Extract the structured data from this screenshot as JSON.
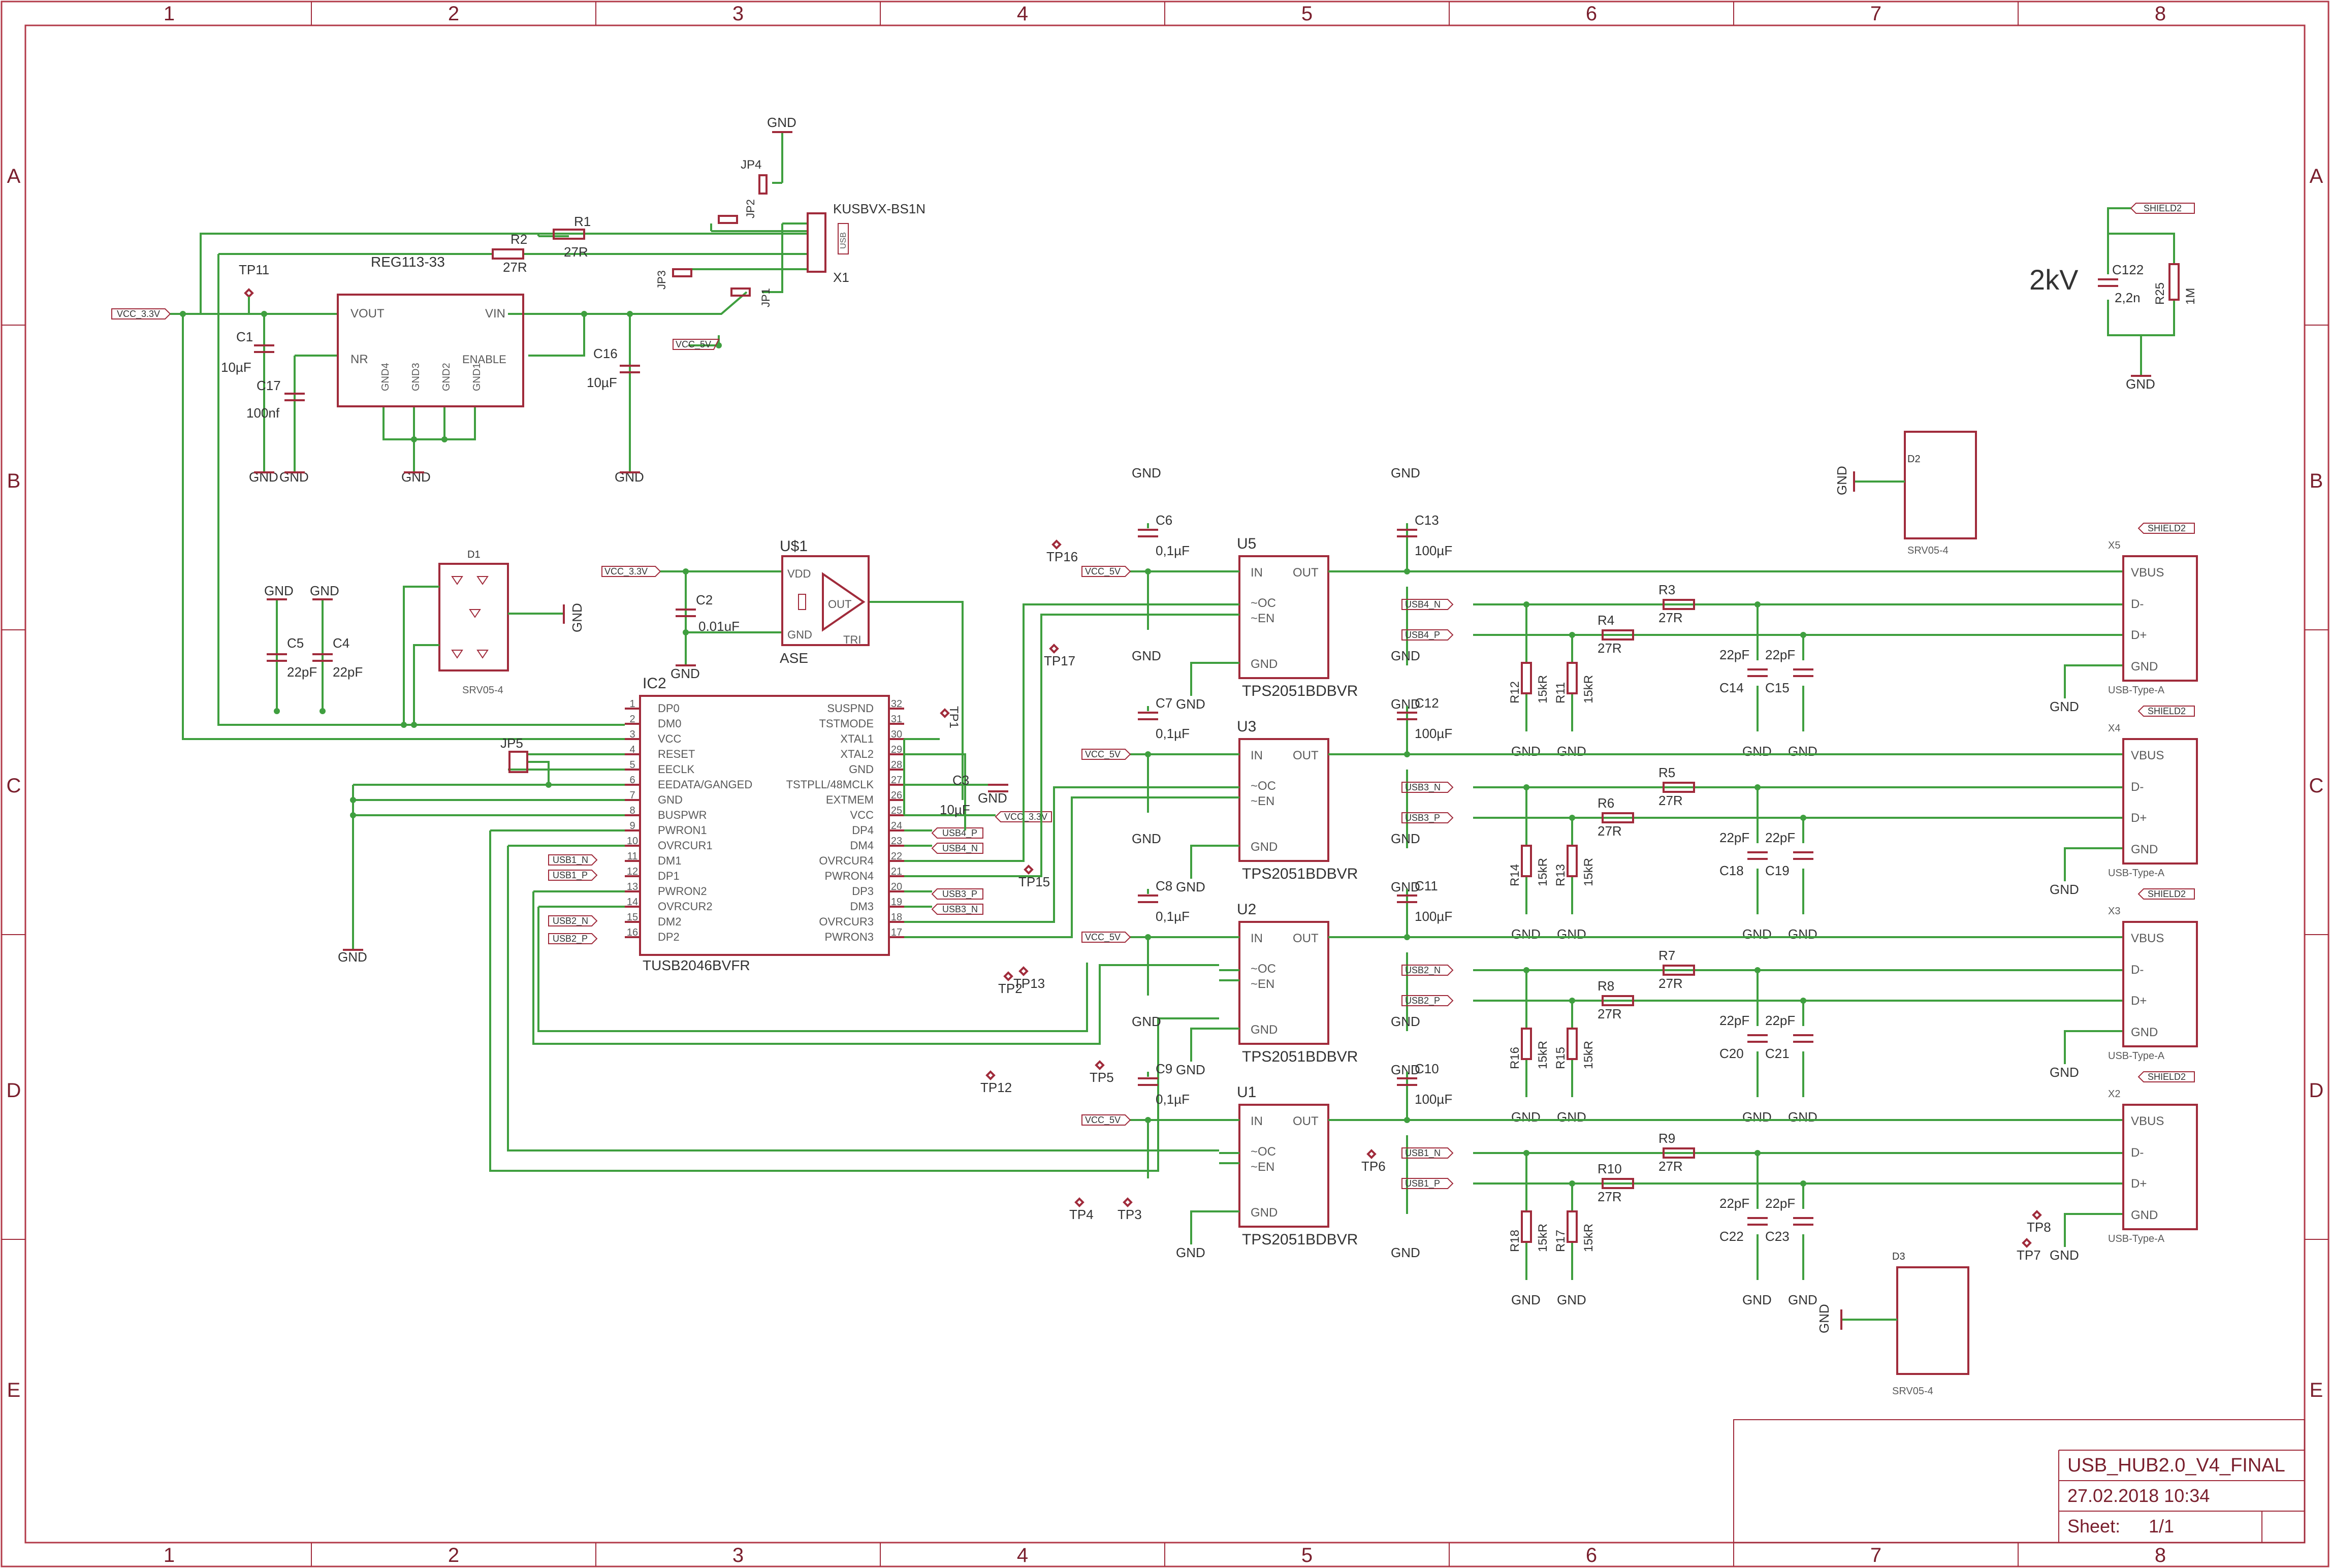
{
  "title_block": {
    "name": "USB_HUB2.0_V4_FINAL",
    "date": "27.02.2018 10:34",
    "sheet_label": "Sheet:",
    "sheet_value": "1/1"
  },
  "grid": {
    "columns": [
      "1",
      "2",
      "3",
      "4",
      "5",
      "6",
      "7",
      "8"
    ],
    "rows": [
      "A",
      "B",
      "C",
      "D",
      "E"
    ]
  },
  "nets": {
    "vcc33": "VCC_3.3V",
    "vcc5": "VCC_5V",
    "gnd": "GND",
    "shield": "SHIELD2",
    "usb4n": "USB4_N",
    "usb4p": "USB4_P",
    "usb3n": "USB3_N",
    "usb3p": "USB3_P",
    "usb2n": "USB2_N",
    "usb2p": "USB2_P",
    "usb1n": "USB1_N",
    "usb1p": "USB1_P"
  },
  "parts": {
    "reg": "REG113-33",
    "reg_pins": {
      "vout": "VOUT",
      "vin": "VIN",
      "nr": "NR",
      "enable": "ENABLE",
      "gnd4": "GND4",
      "gnd3": "GND3",
      "gnd2": "GND2",
      "gnd1": "GND1"
    },
    "x1": "X1",
    "x1_part": "KUSBVX-BS1N",
    "hub": "IC2",
    "hub_part": "TUSB2046BVFR",
    "osc": "U$1",
    "osc_part": "ASE",
    "osc_pins": {
      "vdd": "VDD",
      "gnd": "GND",
      "out": "OUT",
      "tri": "TRI"
    },
    "switch_part": "TPS2051BDBVR",
    "switch_pins": {
      "in": "IN",
      "out": "OUT",
      "oc": "~OC",
      "en": "~EN",
      "gnd": "GND"
    },
    "tvs_part": "SRV05-4",
    "usb_a": "USB-Type-A",
    "usb_pins": {
      "vbus": "VBUS",
      "dm": "D-",
      "dp": "D+",
      "gnd": "GND"
    },
    "hv_label": "2kV",
    "c122": "C122",
    "c122_val": "2,2n",
    "r25": "R25",
    "r25_val": "1M"
  },
  "hub_left_pins": [
    {
      "n": "1",
      "name": "DP0"
    },
    {
      "n": "2",
      "name": "DM0"
    },
    {
      "n": "3",
      "name": "VCC"
    },
    {
      "n": "4",
      "name": "RESET"
    },
    {
      "n": "5",
      "name": "EECLK"
    },
    {
      "n": "6",
      "name": "EEDATA/GANGED"
    },
    {
      "n": "7",
      "name": "GND"
    },
    {
      "n": "8",
      "name": "BUSPWR"
    },
    {
      "n": "9",
      "name": "PWRON1"
    },
    {
      "n": "10",
      "name": "OVRCUR1"
    },
    {
      "n": "11",
      "name": "DM1"
    },
    {
      "n": "12",
      "name": "DP1"
    },
    {
      "n": "13",
      "name": "PWRON2"
    },
    {
      "n": "14",
      "name": "OVRCUR2"
    },
    {
      "n": "15",
      "name": "DM2"
    },
    {
      "n": "16",
      "name": "DP2"
    }
  ],
  "hub_right_pins": [
    {
      "n": "32",
      "name": "SUSPND"
    },
    {
      "n": "31",
      "name": "TSTMODE"
    },
    {
      "n": "30",
      "name": "XTAL1"
    },
    {
      "n": "29",
      "name": "XTAL2"
    },
    {
      "n": "28",
      "name": "GND"
    },
    {
      "n": "27",
      "name": "TSTPLL/48MCLK"
    },
    {
      "n": "26",
      "name": "EXTMEM"
    },
    {
      "n": "25",
      "name": "VCC"
    },
    {
      "n": "24",
      "name": "DP4"
    },
    {
      "n": "23",
      "name": "DM4"
    },
    {
      "n": "22",
      "name": "OVRCUR4"
    },
    {
      "n": "21",
      "name": "PWRON4"
    },
    {
      "n": "20",
      "name": "DP3"
    },
    {
      "n": "19",
      "name": "DM3"
    },
    {
      "n": "18",
      "name": "OVRCUR3"
    },
    {
      "n": "17",
      "name": "PWRON3"
    }
  ],
  "channels": [
    {
      "u": "U5",
      "cin": "C6",
      "cin_val": "0,1µF",
      "cout": "C13",
      "cout_val": "100µF",
      "x": "X5",
      "rs1": "R3",
      "rs2": "R4",
      "rp1": "R12",
      "rp2": "R11",
      "ca": "C14",
      "cb": "C15",
      "n": "USB4_N",
      "p": "USB4_P"
    },
    {
      "u": "U3",
      "cin": "C7",
      "cin_val": "0,1µF",
      "cout": "C12",
      "cout_val": "100µF",
      "x": "X4",
      "rs1": "R5",
      "rs2": "R6",
      "rp1": "R14",
      "rp2": "R13",
      "ca": "C18",
      "cb": "C19",
      "n": "USB3_N",
      "p": "USB3_P"
    },
    {
      "u": "U2",
      "cin": "C8",
      "cin_val": "0,1µF",
      "cout": "C11",
      "cout_val": "100µF",
      "x": "X3",
      "rs1": "R7",
      "rs2": "R8",
      "rp1": "R16",
      "rp2": "R15",
      "ca": "C20",
      "cb": "C21",
      "n": "USB2_N",
      "p": "USB2_P"
    },
    {
      "u": "U1",
      "cin": "C9",
      "cin_val": "0,1µF",
      "cout": "C10",
      "cout_val": "100µF",
      "x": "X2",
      "rs1": "R9",
      "rs2": "R10",
      "rp1": "R18",
      "rp2": "R17",
      "ca": "C22",
      "cb": "C23",
      "n": "USB1_N",
      "p": "USB1_P"
    }
  ],
  "values": {
    "r27": "27R",
    "r15k": "15kR",
    "c22p": "22pF"
  },
  "misc": {
    "c1": "C1",
    "c1_val": "10µF",
    "c17": "C17",
    "c17_val": "100nf",
    "c16": "C16",
    "c16_val": "10µF",
    "r1": "R1",
    "r2": "R2",
    "r_val": "27R",
    "c2": "C2",
    "c2_val": "0.01uF",
    "c3": "C3",
    "c3_val": "10µF",
    "c4": "C4",
    "c5": "C5",
    "c45_val": "22pF",
    "d1": "D1",
    "d2": "D2",
    "d3": "D3",
    "jp1": "JP1",
    "jp2": "JP2",
    "jp3": "JP3",
    "jp4": "JP4",
    "jp5": "JP5",
    "usb_tag": "USB",
    "tp": [
      "TP1",
      "TP2",
      "TP3",
      "TP4",
      "TP5",
      "TP6",
      "TP7",
      "TP8",
      "TP11",
      "TP12",
      "TP13",
      "TP15",
      "TP16",
      "TP17"
    ]
  },
  "colors": {
    "frame": "#b23a48",
    "part": "#a02b3b",
    "wire": "#3f9f3f",
    "text": "#5a5a5a"
  }
}
